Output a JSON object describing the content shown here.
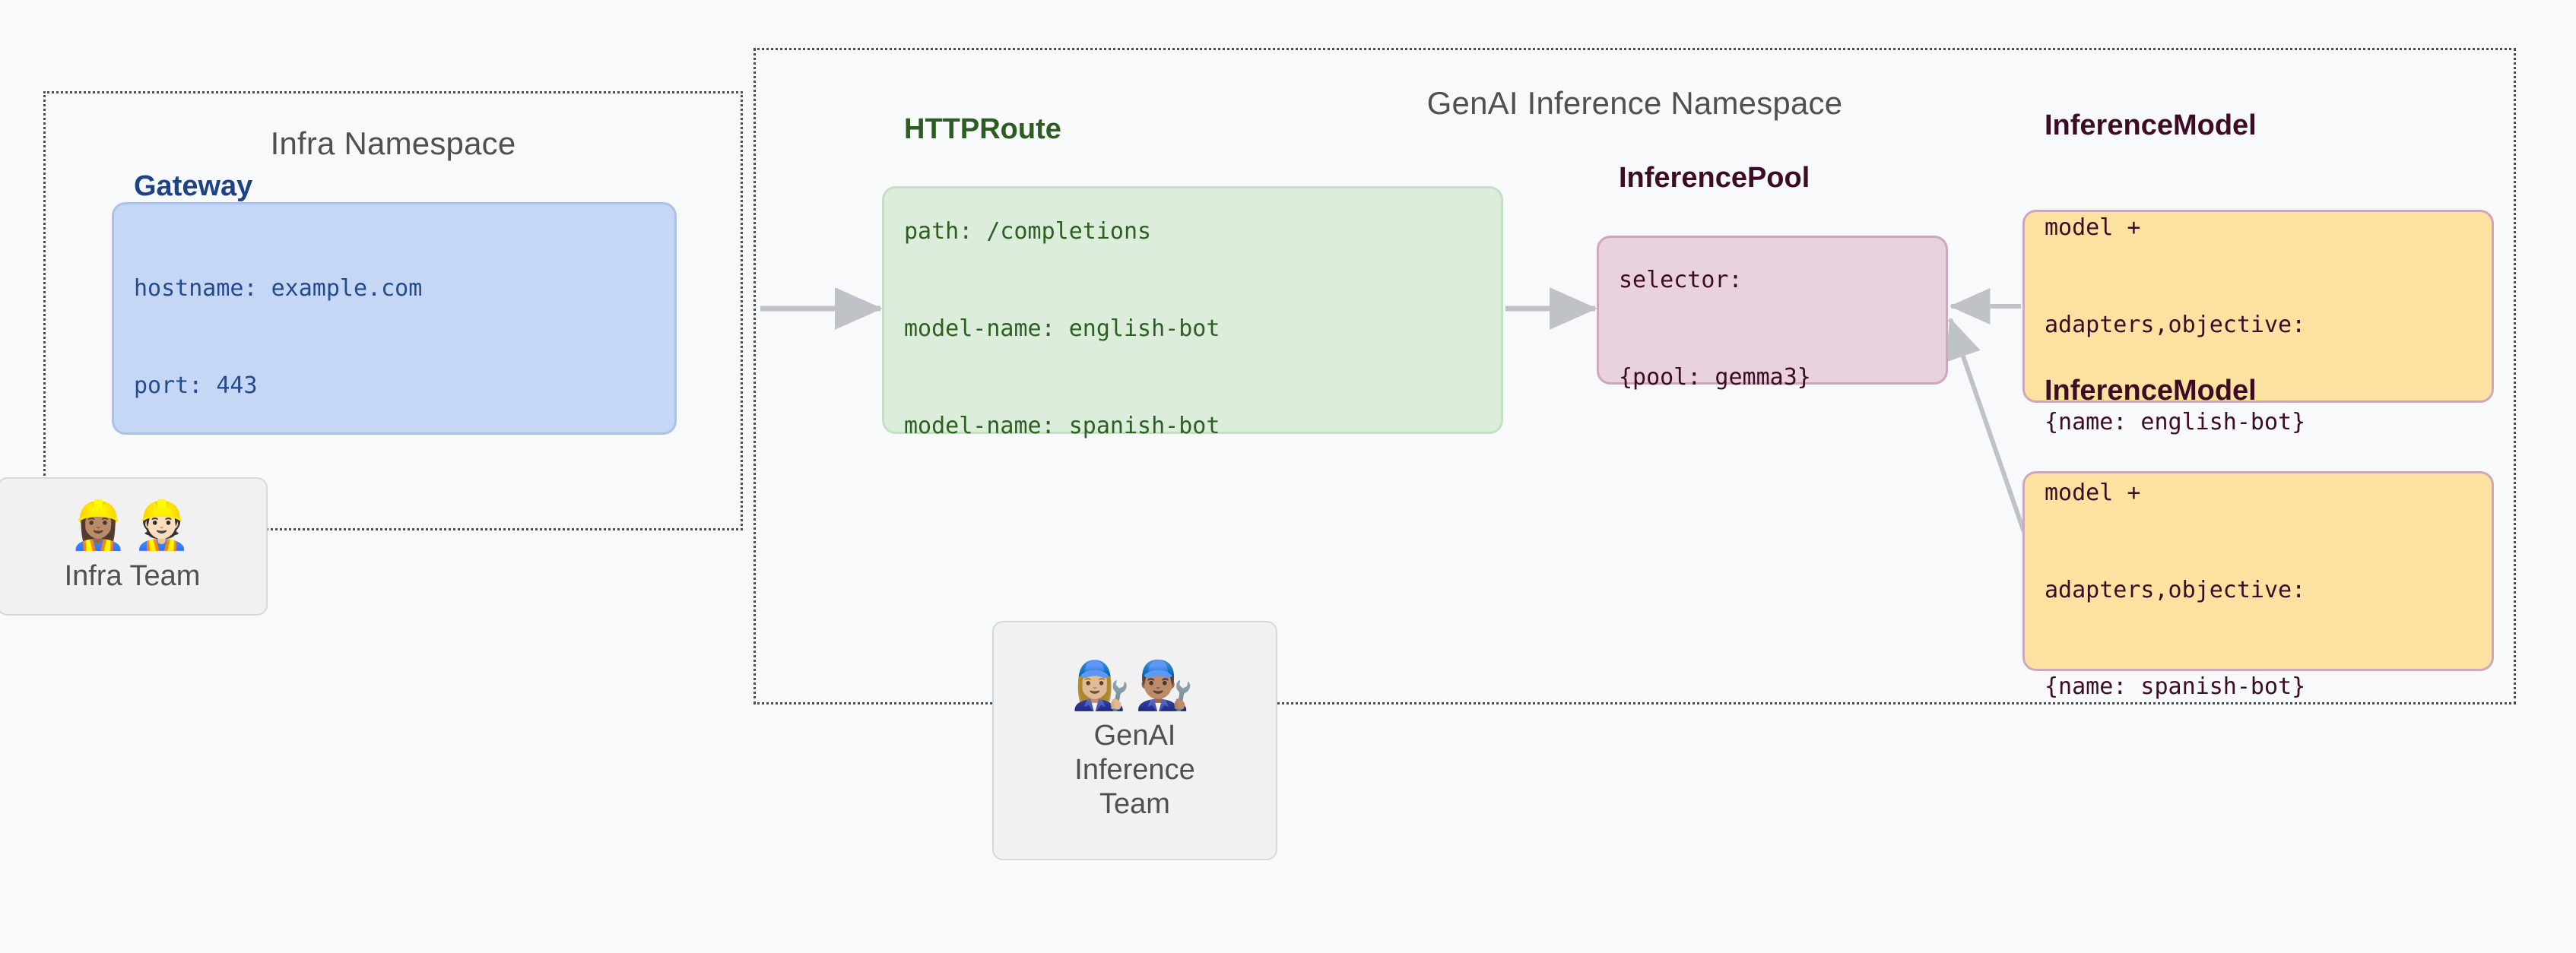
{
  "diagram": {
    "title_infra_ns": "Infra Namespace",
    "title_genai_ns": "GenAI Inference Namespace"
  },
  "gateway": {
    "title": "Gateway",
    "line1": "hostname: example.com",
    "line2": "port: 443"
  },
  "httproute": {
    "title": "HTTPRoute",
    "line1": "path: /completions",
    "line2": "model-name: english-bot",
    "line3": "model-name: spanish-bot"
  },
  "inferencepool": {
    "title": "InferencePool",
    "line1": "selector:",
    "line2": "{pool: gemma3}"
  },
  "inferencemodel_english": {
    "title": "InferenceModel",
    "line1": "model +",
    "line2": "adapters,objective:",
    "line3": "{name: english-bot}"
  },
  "inferencemodel_spanish": {
    "title": "InferenceModel",
    "line1": "model +",
    "line2": "adapters,objective:",
    "line3": "{name: spanish-bot}"
  },
  "teams": {
    "infra": {
      "emojis": "👷🏽‍♀️👷🏻",
      "label": "Infra Team"
    },
    "genai": {
      "emojis": "👩🏼‍🔧👨🏽‍🔧",
      "label_line1": "GenAI",
      "label_line2": "Inference",
      "label_line3": "Team"
    }
  },
  "colors": {
    "background": "#f7f9fb",
    "namespace_border": "#4d4d4d",
    "namespace_title": "#505050",
    "gateway_fill": "#c5d7f5",
    "gateway_stroke": "#a9c2ec",
    "gateway_text": "#1d4286",
    "httproute_fill": "#dceddc",
    "httproute_stroke": "#c3e0c2",
    "httproute_text": "#2c5c1f",
    "inferencepool_fill": "#e8d2de",
    "inferencepool_stroke": "#cfa6bd",
    "inferencepool_text": "#3d0b26",
    "inferencemodel_fill": "#fbe2a0",
    "inferencemodel_stroke": "#cfa6bd",
    "inferencemodel_text": "#3d0b26",
    "arrow": "#bfc3c7",
    "team_fill": "#f1f1f1",
    "team_stroke": "#d8d8d8"
  }
}
